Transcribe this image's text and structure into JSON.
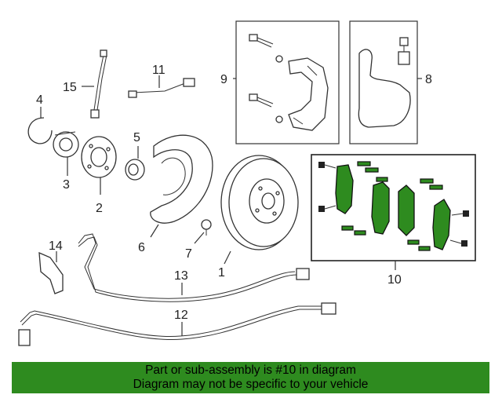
{
  "diagram": {
    "callouts": [
      "1",
      "2",
      "3",
      "4",
      "5",
      "6",
      "7",
      "8",
      "9",
      "10",
      "11",
      "12",
      "13",
      "14",
      "15"
    ],
    "highlight_color": "#2e8b1f",
    "highlighted_part": "10"
  },
  "banner": {
    "line1": "Part or sub-assembly is #10 in diagram",
    "line2": "Diagram may not be specific to your vehicle",
    "color": "#2e8b1f"
  }
}
